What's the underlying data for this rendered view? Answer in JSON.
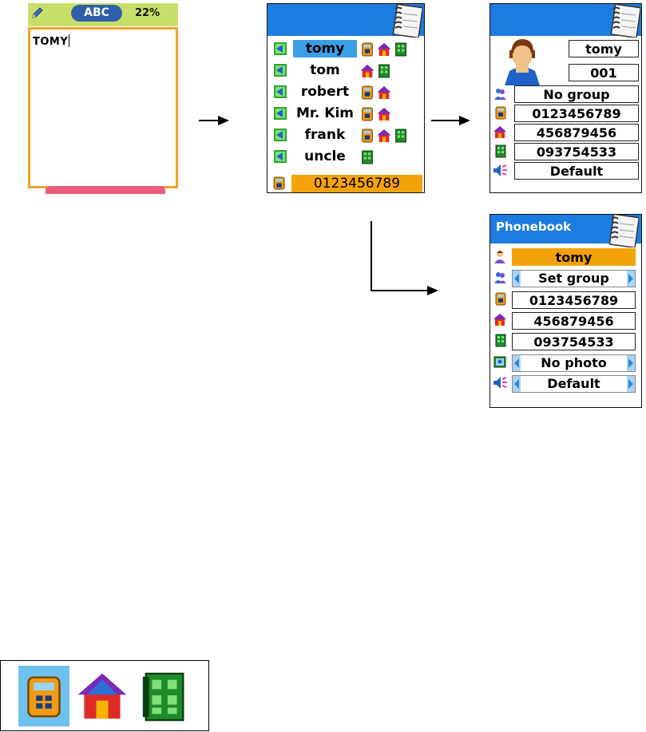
{
  "screen_entry": {
    "mode_label": "ABC",
    "memory_percent": "22%",
    "input_value": "TOMY"
  },
  "screen_list": {
    "contacts": [
      {
        "name": "tomy",
        "selected": true,
        "icons": [
          "mobile-icon",
          "home-icon",
          "office-icon"
        ]
      },
      {
        "name": "tom",
        "selected": false,
        "icons": [
          "home-icon",
          "office-icon"
        ]
      },
      {
        "name": "robert",
        "selected": false,
        "icons": [
          "mobile-icon",
          "home-icon"
        ]
      },
      {
        "name": "Mr. Kim",
        "selected": false,
        "icons": [
          "mobile-icon",
          "home-icon"
        ]
      },
      {
        "name": "frank",
        "selected": false,
        "icons": [
          "mobile-icon",
          "home-icon",
          "office-icon"
        ]
      },
      {
        "name": "uncle",
        "selected": false,
        "icons": [
          "office-icon"
        ]
      }
    ],
    "selected_number": "0123456789"
  },
  "screen_detail": {
    "name": "tomy",
    "index": "001",
    "group": "No group",
    "mobile": "0123456789",
    "home": "456879456",
    "office": "093754533",
    "ringtone": "Default"
  },
  "screen_edit": {
    "title": "Phonebook",
    "name": "tomy",
    "group": "Set group",
    "mobile": "0123456789",
    "home": "456879456",
    "office": "093754533",
    "photo": "No photo",
    "ringtone": "Default"
  },
  "legend": {
    "icons": [
      "mobile-icon",
      "home-icon",
      "office-icon"
    ]
  },
  "colors": {
    "header_blue": "#1c7ce0",
    "highlight_orange": "#f4a20c",
    "selection_blue": "#3aa0e6",
    "status_green": "#c8e06b"
  }
}
